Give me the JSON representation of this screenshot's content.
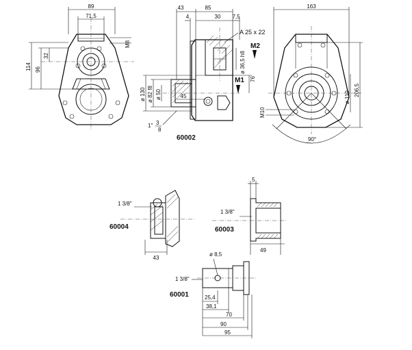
{
  "labels": {
    "front_width": "89",
    "front_inner": "71,5",
    "front_m8": "M8",
    "front_h114": "114",
    "front_h96": "96",
    "front_h32": "32",
    "side_43": "43",
    "side_85": "85",
    "side_4": "4",
    "side_30": "30",
    "side_7_5": "7,5",
    "side_key": "A 25 x 22",
    "side_shaft": "ø 36,5 h8",
    "side_76": "76",
    "side_m2": "M2",
    "side_m1": "M1",
    "side_d130": "ø 130",
    "side_d82": "ø 82 f8",
    "side_d50": "ø 50",
    "side_45": "45",
    "side_thread_a": "1\"",
    "side_thread_b": "3",
    "side_thread_c": "8",
    "side_model": "60002",
    "right_163": "163",
    "right_206": "206,5",
    "right_d110": "ø 110",
    "right_m10": "M10",
    "right_90": "90°",
    "c4_thread": "1 3/8\"",
    "c4_model": "60004",
    "c4_43": "43",
    "c3_5": "5",
    "c3_thread": "1 3/8\"",
    "c3_model": "60003",
    "c3_49": "49",
    "c1_d8_5": "ø 8,5",
    "c1_thread": "1 3/8\"",
    "c1_model": "60001",
    "c1_25_4": "25,4",
    "c1_38_1": "38,1",
    "c1_70": "70",
    "c1_90": "90",
    "c1_95": "95"
  }
}
